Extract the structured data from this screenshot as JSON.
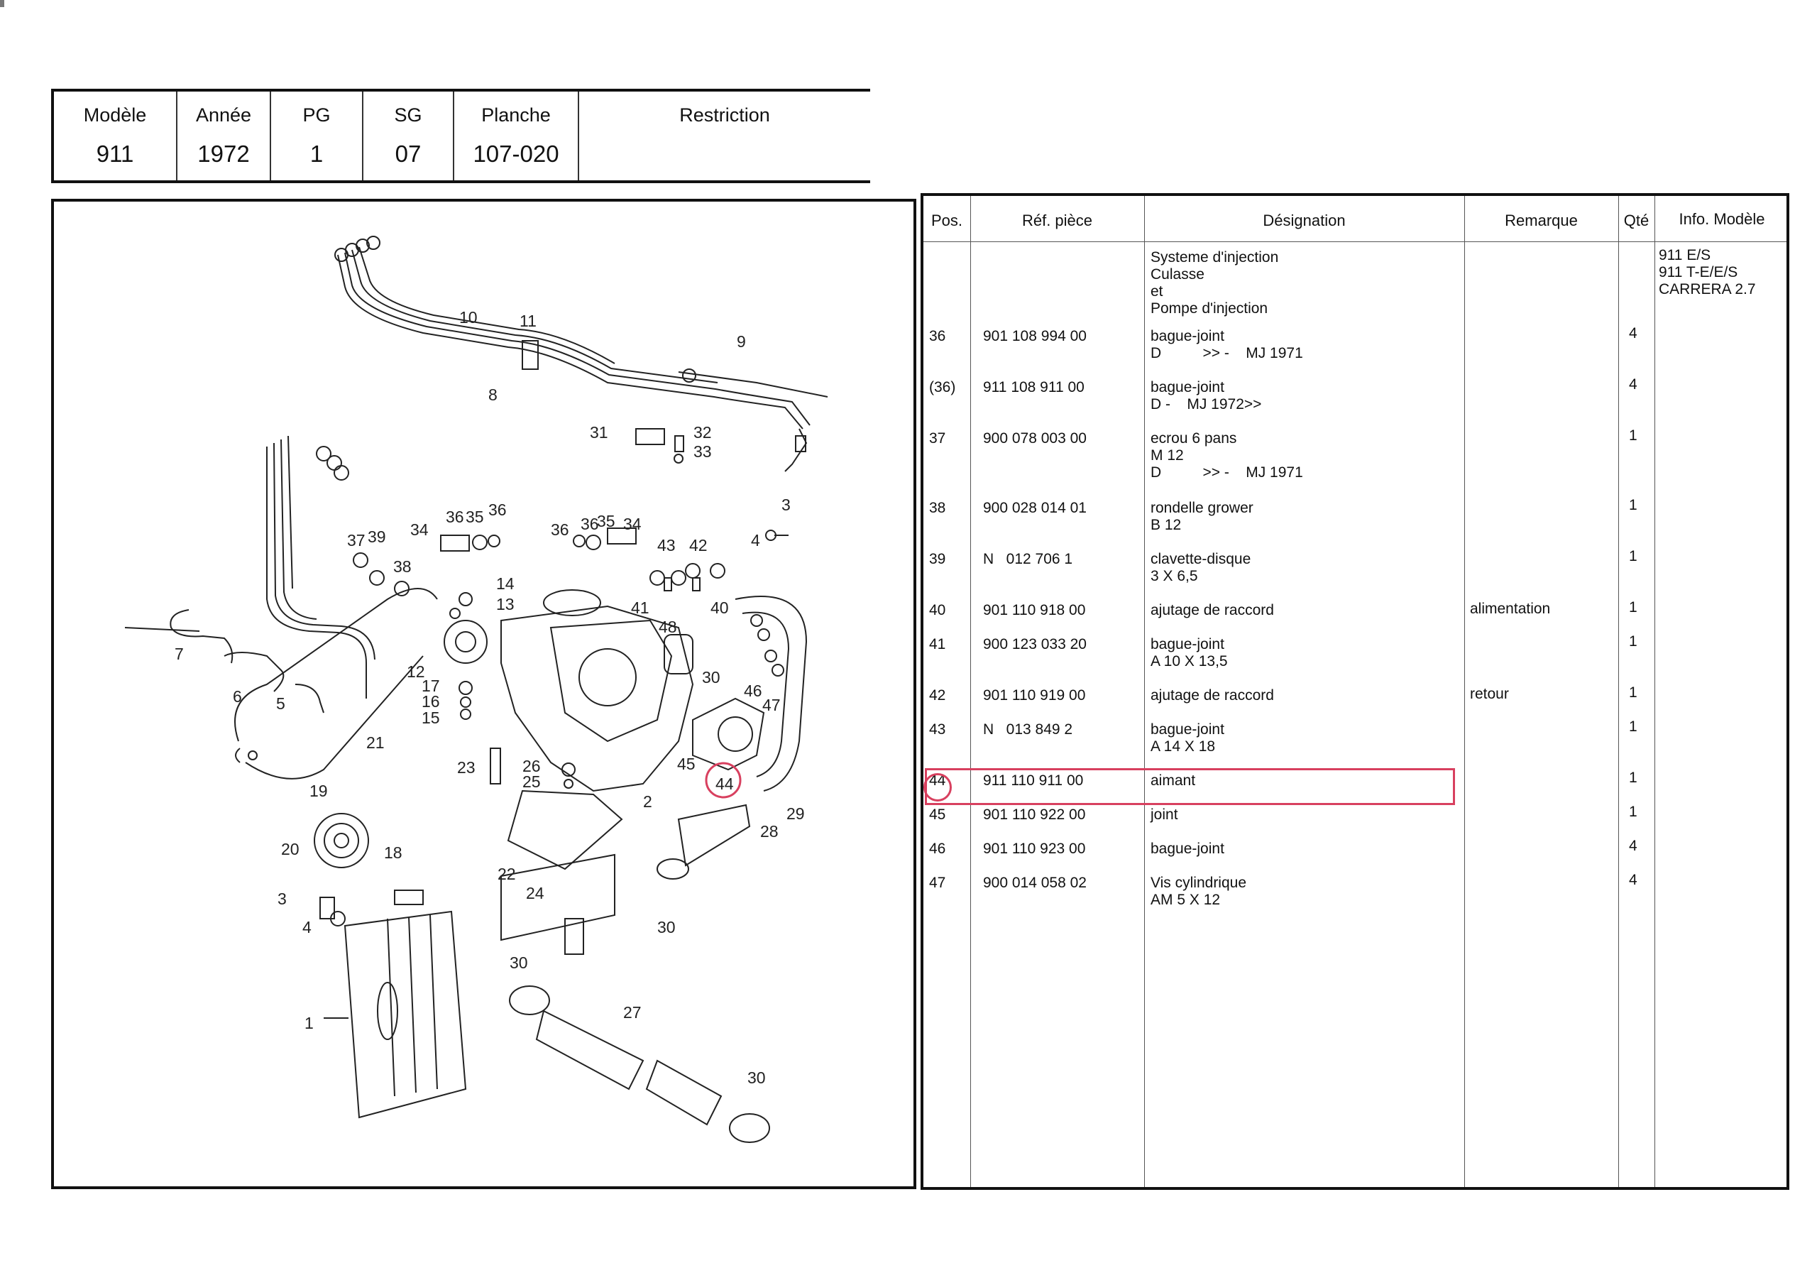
{
  "header": {
    "columns": [
      {
        "label": "Modèle",
        "value": "911"
      },
      {
        "label": "Année",
        "value": "1972"
      },
      {
        "label": "PG",
        "value": "1"
      },
      {
        "label": "SG",
        "value": "07"
      },
      {
        "label": "Planche",
        "value": "107-020"
      },
      {
        "label": "Restriction",
        "value": ""
      }
    ]
  },
  "diagram": {
    "callouts": [
      "1",
      "2",
      "3",
      "3",
      "4",
      "4",
      "5",
      "6",
      "7",
      "8",
      "9",
      "10",
      "11",
      "12",
      "13",
      "14",
      "15",
      "16",
      "17",
      "18",
      "19",
      "20",
      "21",
      "22",
      "23",
      "24",
      "25",
      "26",
      "27",
      "28",
      "29",
      "30",
      "30",
      "30",
      "30",
      "31",
      "32",
      "33",
      "34",
      "34",
      "35",
      "35",
      "36",
      "36",
      "36",
      "36",
      "37",
      "38",
      "39",
      "40",
      "41",
      "42",
      "43",
      "44",
      "45",
      "46",
      "47",
      "48"
    ],
    "highlight_color": "#d8405f"
  },
  "parts_table": {
    "headers": {
      "pos": "Pos.",
      "ref": "Réf. pièce",
      "designation": "Désignation",
      "remarque": "Remarque",
      "qte": "Qté",
      "info": "Info. Modèle"
    },
    "group_title_lines": [
      "Systeme d'injection",
      "Culasse",
      "et",
      "Pompe d'injection"
    ],
    "model_info_lines": [
      "911 E/S",
      "911 T-E/E/S",
      "CARRERA 2.7"
    ],
    "rows": [
      {
        "pos": "36",
        "ref": "901 108 994 00",
        "desc": "bague-joint",
        "desc2": "D          >> -    MJ 1971",
        "desc3": "",
        "remark": "",
        "qty": "4"
      },
      {
        "pos": "(36)",
        "ref": "911 108 911 00",
        "desc": "bague-joint",
        "desc2": "D -    MJ 1972>>",
        "desc3": "",
        "remark": "",
        "qty": "4"
      },
      {
        "pos": "37",
        "ref": "900 078 003 00",
        "desc": "ecrou 6 pans",
        "desc2": "M 12",
        "desc3": "D          >> -    MJ 1971",
        "remark": "",
        "qty": "1"
      },
      {
        "pos": "38",
        "ref": "900 028 014 01",
        "desc": "rondelle grower",
        "desc2": "B 12",
        "desc3": "",
        "remark": "",
        "qty": "1"
      },
      {
        "pos": "39",
        "ref": "N   012 706 1",
        "desc": "clavette-disque",
        "desc2": "3 X 6,5",
        "desc3": "",
        "remark": "",
        "qty": "1"
      },
      {
        "pos": "40",
        "ref": "901 110 918 00",
        "desc": "ajutage de raccord",
        "desc2": "",
        "desc3": "",
        "remark": "alimentation",
        "qty": "1"
      },
      {
        "pos": "41",
        "ref": "900 123 033 20",
        "desc": "bague-joint",
        "desc2": "A 10 X 13,5",
        "desc3": "",
        "remark": "",
        "qty": "1"
      },
      {
        "pos": "42",
        "ref": "901 110 919 00",
        "desc": "ajutage de raccord",
        "desc2": "",
        "desc3": "",
        "remark": "retour",
        "qty": "1"
      },
      {
        "pos": "43",
        "ref": "N   013 849 2",
        "desc": "bague-joint",
        "desc2": "A 14 X 18",
        "desc3": "",
        "remark": "",
        "qty": "1"
      },
      {
        "pos": "44",
        "ref": "911 110 911 00",
        "desc": "aimant",
        "desc2": "",
        "desc3": "",
        "remark": "",
        "qty": "1"
      },
      {
        "pos": "45",
        "ref": "901 110 922 00",
        "desc": "joint",
        "desc2": "",
        "desc3": "",
        "remark": "",
        "qty": "1"
      },
      {
        "pos": "46",
        "ref": "901 110 923 00",
        "desc": "bague-joint",
        "desc2": "",
        "desc3": "",
        "remark": "",
        "qty": "4"
      },
      {
        "pos": "47",
        "ref": "900 014 058 02",
        "desc": "Vis cylindrique",
        "desc2": "AM 5 X 12",
        "desc3": "",
        "remark": "",
        "qty": "4"
      }
    ]
  }
}
